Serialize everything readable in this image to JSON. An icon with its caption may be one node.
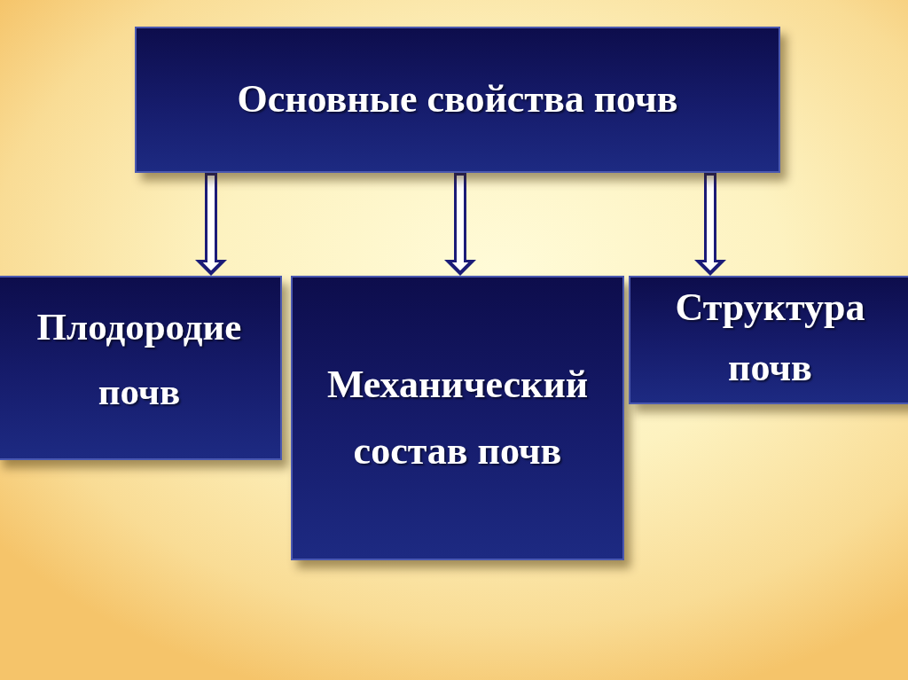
{
  "diagram": {
    "nodes": [
      {
        "text": [
          "Основные свойства почв"
        ]
      },
      {
        "text": [
          "Плодородие почв"
        ]
      },
      {
        "text": [
          "Механический состав почв"
        ]
      },
      {
        "text": [
          "Структура почв"
        ]
      }
    ],
    "edges": [
      {
        "from": 0,
        "to": 1,
        "arrow": "to"
      },
      {
        "from": 0,
        "to": 2,
        "arrow": "to"
      },
      {
        "from": 0,
        "to": 3,
        "arrow": "to"
      }
    ]
  }
}
